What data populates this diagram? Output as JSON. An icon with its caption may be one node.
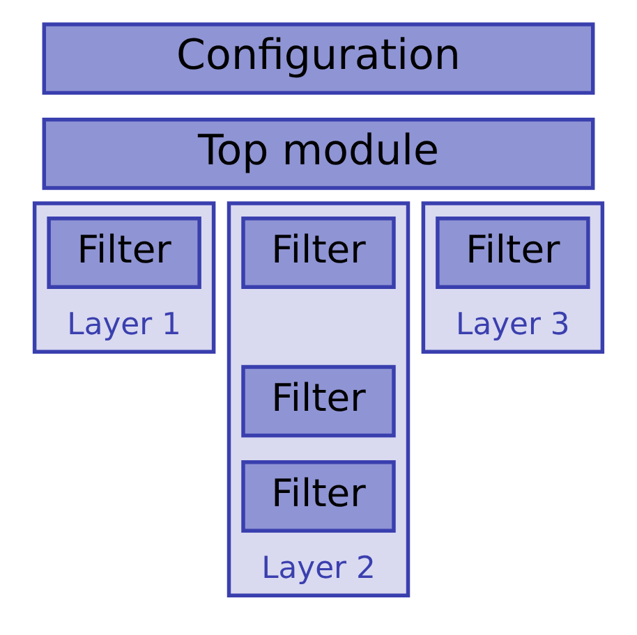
{
  "diagram": {
    "nodes": [
      {
        "text": [
          "Configuration"
        ]
      },
      {
        "text": [
          "Top module"
        ]
      },
      {
        "text": [
          "Layer 1"
        ]
      },
      {
        "text": [
          "Filter"
        ],
        "in": 2
      },
      {
        "text": [
          "Layer 2"
        ]
      },
      {
        "text": [
          "Filter"
        ],
        "in": 4
      },
      {
        "text": [
          "Filter"
        ],
        "in": 4
      },
      {
        "text": [
          "Filter"
        ],
        "in": 4
      },
      {
        "text": [
          "Layer 3"
        ]
      },
      {
        "text": [
          "Filter"
        ],
        "in": 8
      }
    ],
    "edges": []
  }
}
